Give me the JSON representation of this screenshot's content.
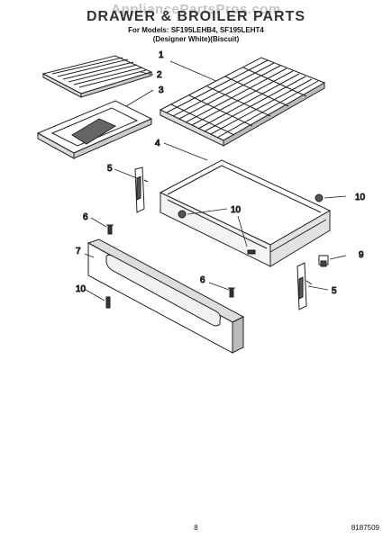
{
  "header": {
    "watermark": "AppliancePartsPros.com",
    "title": "DRAWER & BROILER PARTS",
    "models": "For Models: SF195LEHB4, SF195LEHT4",
    "colors": "(Designer White)(Biscuit)"
  },
  "callouts": {
    "c1": "1",
    "c2": "2",
    "c3": "3",
    "c4": "4",
    "c5a": "5",
    "c5b": "5",
    "c6a": "6",
    "c6b": "6",
    "c7": "7",
    "c9": "9",
    "c10a": "10",
    "c10b": "10",
    "c10c": "10"
  },
  "footer": {
    "page_number": "8",
    "doc_code": "8187509"
  }
}
